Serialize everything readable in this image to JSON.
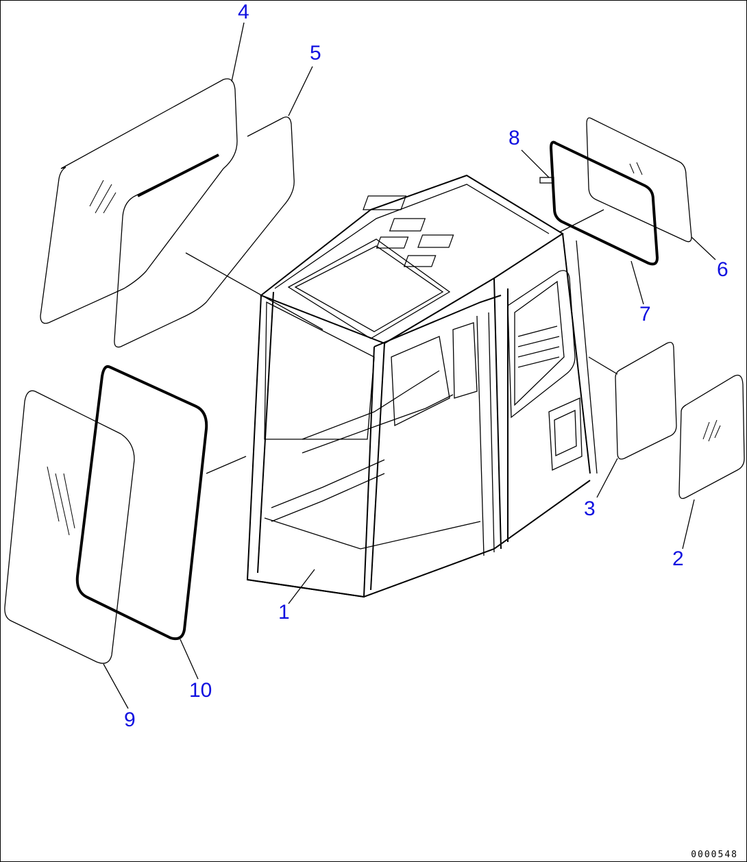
{
  "callouts": [
    {
      "id": 1,
      "label": "1"
    },
    {
      "id": 2,
      "label": "2"
    },
    {
      "id": 3,
      "label": "3"
    },
    {
      "id": 4,
      "label": "4"
    },
    {
      "id": 5,
      "label": "5"
    },
    {
      "id": 6,
      "label": "6"
    },
    {
      "id": 7,
      "label": "7"
    },
    {
      "id": 8,
      "label": "8"
    },
    {
      "id": 9,
      "label": "9"
    },
    {
      "id": 10,
      "label": "10"
    }
  ],
  "drawing_code": "0000548"
}
